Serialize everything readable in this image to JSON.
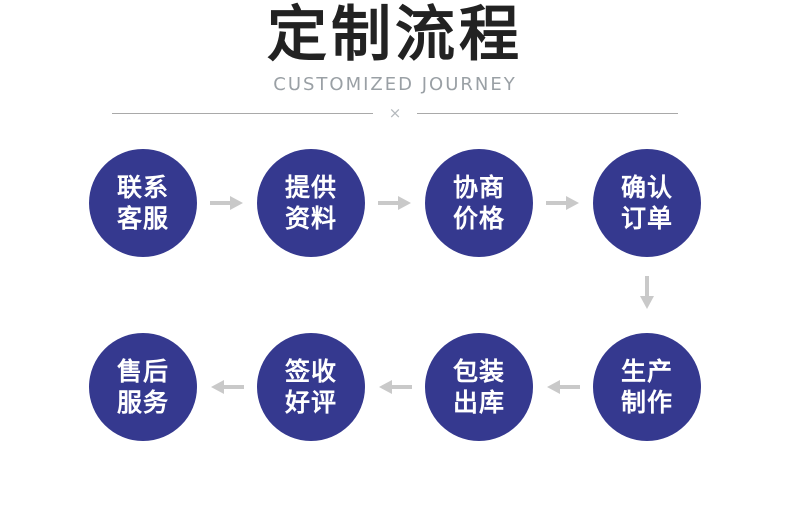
{
  "header": {
    "title": "定制流程",
    "subtitle": "CUSTOMIZED JOURNEY"
  },
  "divider": {
    "symbol": "×"
  },
  "flow": {
    "steps": [
      {
        "order": 1,
        "line1": "联系",
        "line2": "客服"
      },
      {
        "order": 2,
        "line1": "提供",
        "line2": "资料"
      },
      {
        "order": 3,
        "line1": "协商",
        "line2": "价格"
      },
      {
        "order": 4,
        "line1": "确认",
        "line2": "订单"
      },
      {
        "order": 5,
        "line1": "生产",
        "line2": "制作"
      },
      {
        "order": 6,
        "line1": "包装",
        "line2": "出库"
      },
      {
        "order": 7,
        "line1": "签收",
        "line2": "好评"
      },
      {
        "order": 8,
        "line1": "售后",
        "line2": "服务"
      }
    ],
    "icons": {
      "right_arrow": "right-arrow-icon",
      "left_arrow": "left-arrow-icon",
      "down_arrow": "down-arrow-icon"
    }
  },
  "colors": {
    "circle": "#35398f",
    "arrow": "#c9c9c9",
    "title": "#222222",
    "subtitle": "#9aa0a5",
    "divider": "#a9a9a9"
  }
}
